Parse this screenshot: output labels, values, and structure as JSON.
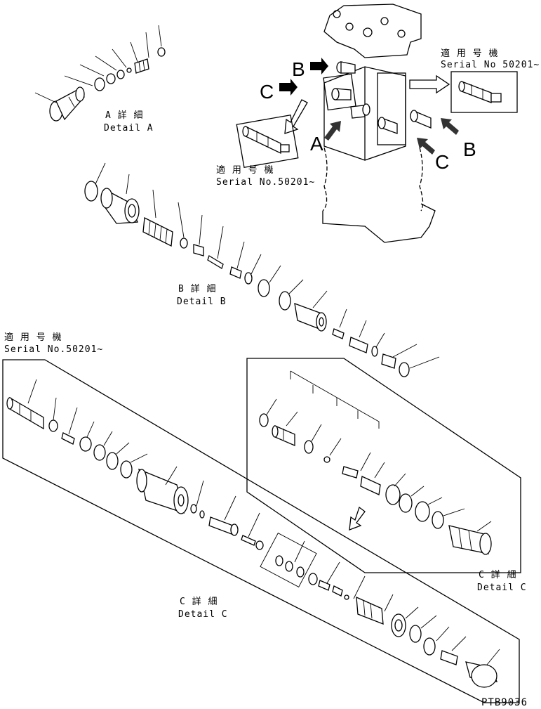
{
  "labels": {
    "detail_a_jp": "A 詳 細",
    "detail_a_en": "Detail A",
    "detail_b_jp": "B 詳 細",
    "detail_b_en": "Detail B",
    "detail_c_jp": "C 詳 細",
    "detail_c_en": "Detail C",
    "detail_c2_jp": "C 詳 細",
    "detail_c2_en": "Detail C",
    "applicable_jp": "適 用 号 機",
    "serial_top_right": "Serial No 50201~",
    "serial_middle": "Serial No.50201~",
    "serial_left": "Serial No.50201~",
    "view_a": "A",
    "view_b": "B",
    "view_c": "C",
    "view_b_right": "B",
    "view_c_right": "C",
    "drawing_code": "PTB9036"
  }
}
